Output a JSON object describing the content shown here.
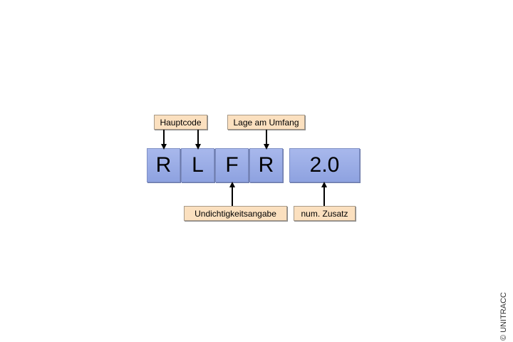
{
  "code": {
    "chars": [
      "R",
      "L",
      "F",
      "R"
    ],
    "number": "2.0"
  },
  "labels": {
    "hauptcode": "Hauptcode",
    "lage": "Lage am Umfang",
    "undichtigkeit": "Undichtigkeitsangabe",
    "zusatz": "num. Zusatz"
  },
  "copyright": "© UNITRACC",
  "colors": {
    "code_box": "#98abe6",
    "label_box": "#fbe0bf"
  }
}
